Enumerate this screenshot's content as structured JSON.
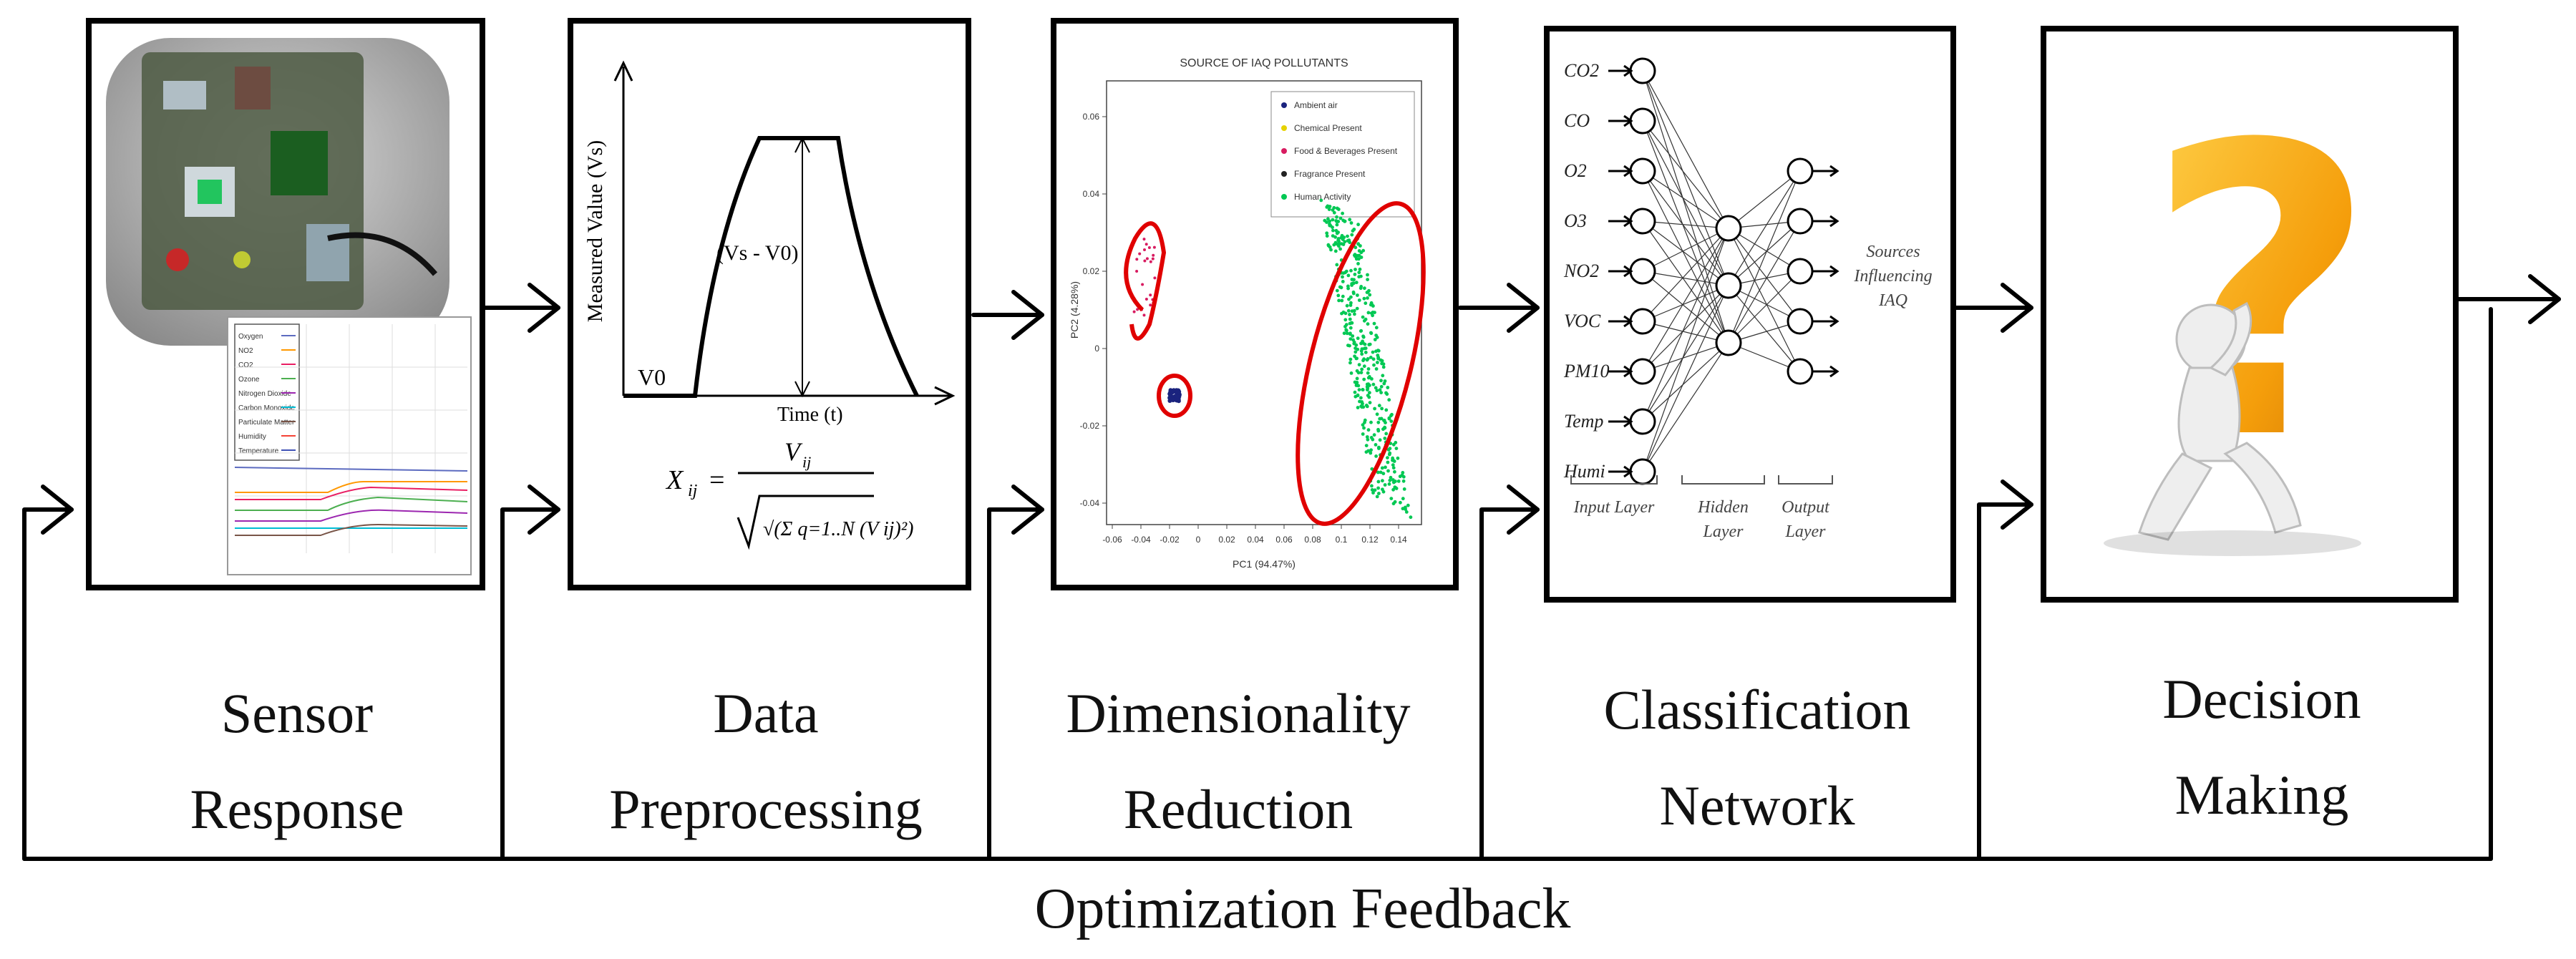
{
  "stages": [
    {
      "id": "sensor",
      "label_lines": [
        "Sensor",
        "Response"
      ]
    },
    {
      "id": "preprocessing",
      "label_lines": [
        "Data",
        "Preprocessing"
      ]
    },
    {
      "id": "reduction",
      "label_lines": [
        "Dimensionality",
        "Reduction"
      ]
    },
    {
      "id": "classification",
      "label_lines": [
        "Classification",
        "Network"
      ]
    },
    {
      "id": "decision",
      "label_lines": [
        "Decision",
        "Making"
      ]
    }
  ],
  "feedback_label": "Optimization Feedback",
  "preprocessing_plot": {
    "ylabel": "Measured Value (Vs)",
    "xlabel": "Time (t)",
    "baseline": "V0",
    "delta": "(Vs - V0)",
    "formula_lhs": "X",
    "formula_sub": "ij",
    "formula_num": "V",
    "formula_den": "√(Σ q=1..N (V ij)²)"
  },
  "pca_plot": {
    "title": "SOURCE OF IAQ POLLUTANTS",
    "xlabel": "PC1 (94.47%)",
    "ylabel": "PC2 (4.28%)",
    "legend": [
      "Ambient air",
      "Chemical Present",
      "Food & Beverages Present",
      "Fragrance Present",
      "Human Activity"
    ],
    "legend_colors": [
      "#1a237e",
      "#e6d200",
      "#d81b60",
      "#222222",
      "#00c853"
    ],
    "x_ticks": [
      "-0.06",
      "-0.04",
      "-0.02",
      "0",
      "0.02",
      "0.04",
      "0.06",
      "0.08",
      "0.1",
      "0.12",
      "0.14"
    ],
    "y_ticks": [
      "0.06",
      "0.04",
      "0.02",
      "0",
      "-0.02",
      "-0.04"
    ]
  },
  "network": {
    "inputs": [
      "CO2",
      "CO",
      "O2",
      "O3",
      "NO2",
      "VOC",
      "PM10",
      "Temp",
      "Humi"
    ],
    "output_label": [
      "Sources",
      "Influencing",
      "IAQ"
    ],
    "layer_labels": [
      "Input Layer",
      "Hidden Layer",
      "Output Layer"
    ]
  },
  "sensor_chart_legend": [
    "Oxygen",
    "NO2",
    "CO2",
    "Ozone",
    "Nitrogen Dioxide",
    "Carbon Monoxide",
    "Particulate Matter",
    "Humidity",
    "Temperature"
  ],
  "colors": {
    "feedback_loop": "#000000",
    "highlight": "#e00000"
  }
}
